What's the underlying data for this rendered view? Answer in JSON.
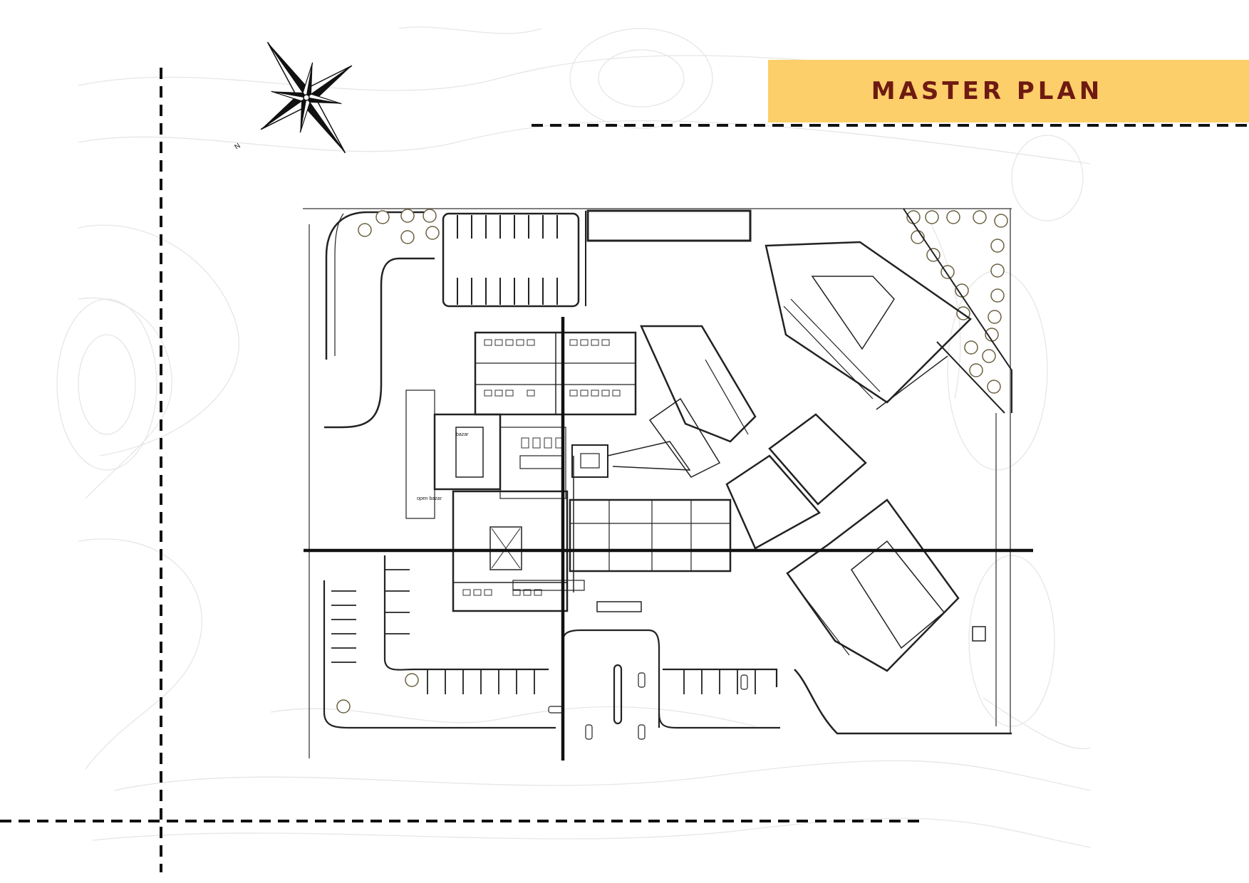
{
  "title": "MASTER PLAN",
  "compass": {
    "north_label": "N"
  },
  "plan_labels": {
    "bazar": "bazar",
    "open_bazar": "open bazar"
  },
  "colors": {
    "title_band": "#fdcf6a",
    "title_text": "#6e1a12",
    "lines": "#111111",
    "contours": "#e6e6e6",
    "trees": "#6b6040"
  }
}
